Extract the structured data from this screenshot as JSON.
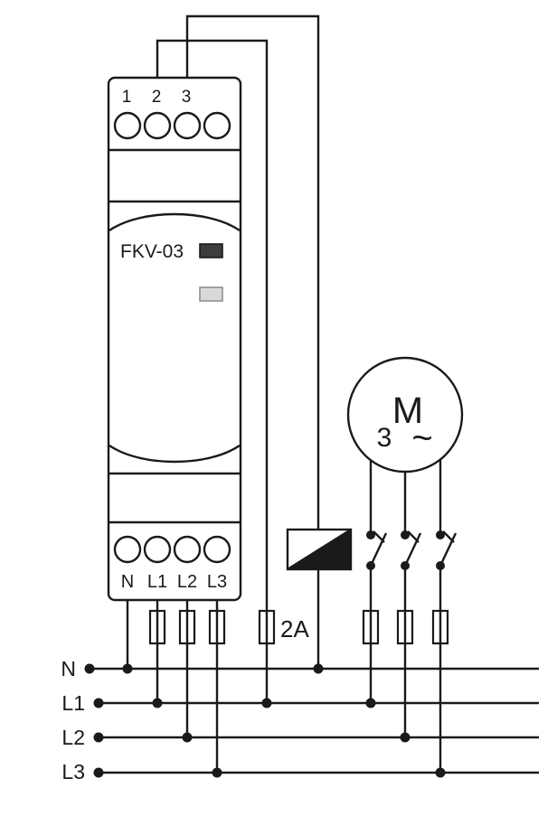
{
  "diagram": {
    "device": {
      "model": "FKV-03",
      "top_terminals": [
        "1",
        "2",
        "3"
      ],
      "bottom_terminals": [
        "N",
        "L1",
        "L2",
        "L3"
      ],
      "led_top_color": "#3d3d3d",
      "led_bottom_color": "#d9d9d9"
    },
    "motor": {
      "letter": "M",
      "phase_count": "3",
      "waveform": "~"
    },
    "control_fuse_rating": "2A",
    "bus_labels": [
      "N",
      "L1",
      "L2",
      "L3"
    ],
    "colors": {
      "line": "#1a1a1a",
      "background": "#ffffff"
    }
  }
}
